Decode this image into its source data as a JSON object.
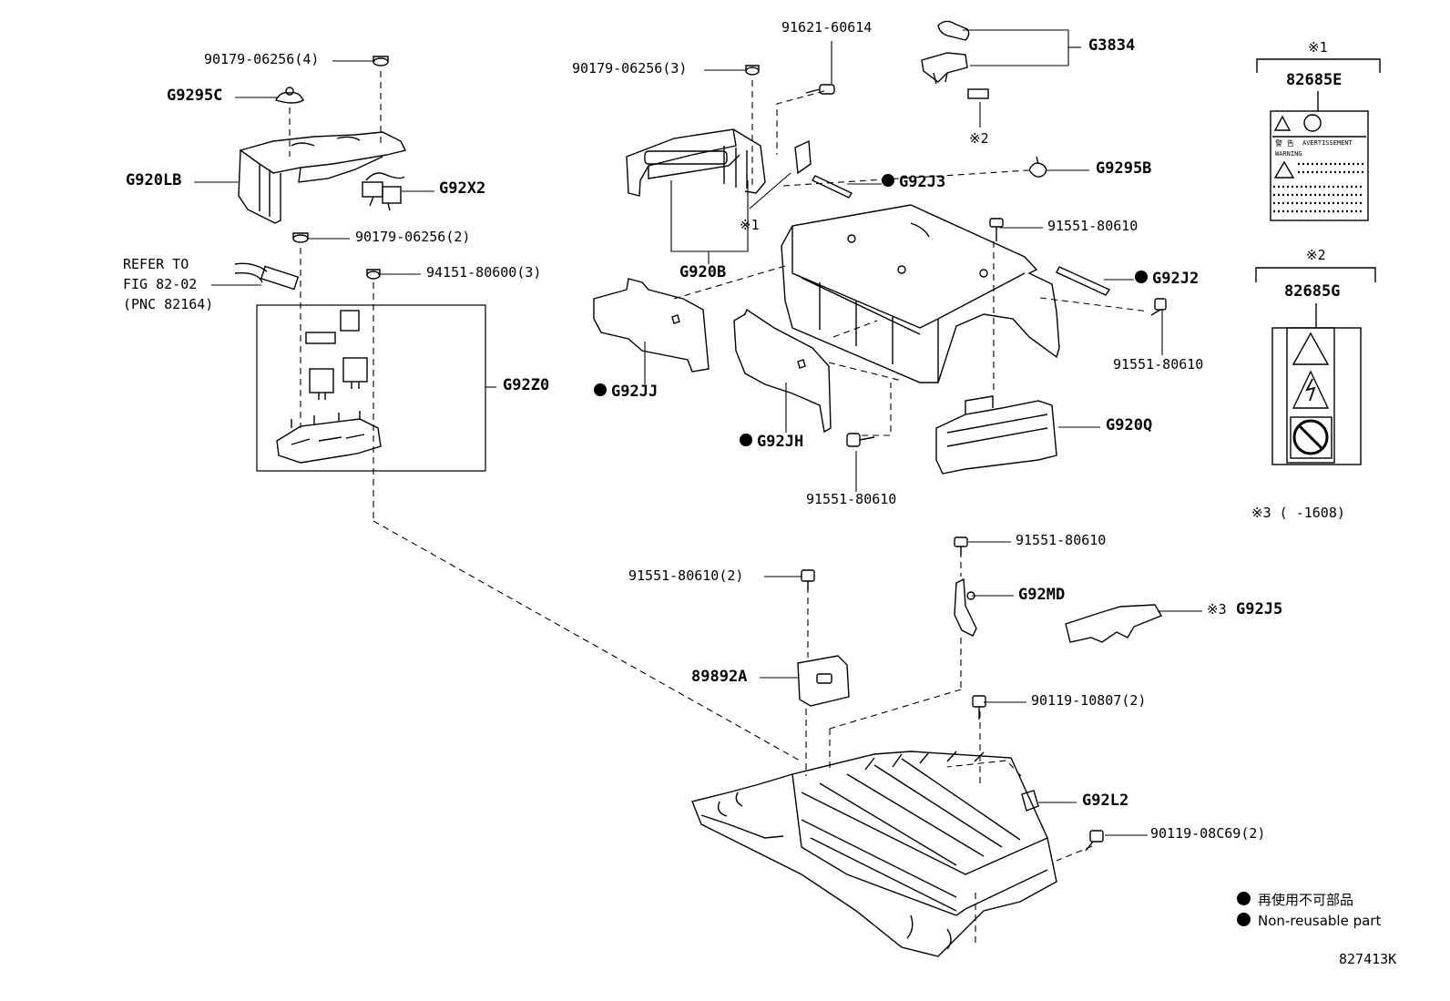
{
  "labels": {
    "p90179_4": "90179-06256(4)",
    "g9295c": "G9295C",
    "g920lb": "G920LB",
    "g92x2": "G92X2",
    "p90179_2": "90179-06256(2)",
    "refer1": "REFER TO",
    "refer2": "FIG 82-02",
    "refer3": "(PNC 82164)",
    "p94151": "94151-80600(3)",
    "g92z0": "G92Z0",
    "p90179_3": "90179-06256(3)",
    "p91621": "91621-60614",
    "g3834": "G3834",
    "note2_tag": "※2",
    "g9295b": "G9295B",
    "g92j3": "G92J3",
    "g920b": "G920B",
    "note1_tag": "※1",
    "p91551_a": "91551-80610",
    "g92j2": "G92J2",
    "p91551_b": "91551-80610",
    "g92jj": "G92JJ",
    "g92jh": "G92JH",
    "g920q": "G920Q",
    "p91551_c": "91551-80610",
    "p91551_d": "91551-80610",
    "p91551_e": "91551-80610(2)",
    "g92md": "G92MD",
    "note3_tag": "※3",
    "g92j5": "G92J5",
    "p89892a": "89892A",
    "p90119_a": "90119-10807(2)",
    "g92l2": "G92L2",
    "p90119_b": "90119-08C69(2)",
    "note1_head": "※1",
    "p82685e": "82685E",
    "note2_head": "※2",
    "p82685g": "82685G",
    "note3_range": "※3 (      -1608)",
    "warn_jp": "警 告",
    "warn_fr": "AVERTISSEMENT",
    "warn_en": "WARNING",
    "diagram_id": "827413K"
  },
  "legend": {
    "jp": "再使用不可部品",
    "en": "Non-reusable part"
  }
}
